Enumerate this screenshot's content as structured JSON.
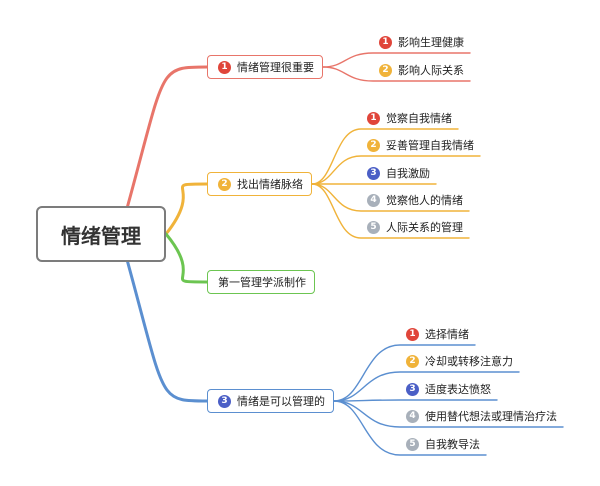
{
  "colors": {
    "red": "#e8756a",
    "orange": "#f0b33a",
    "green": "#6cc551",
    "blue": "#5b8fd0",
    "indigo": "#4b5fc6",
    "gray": "#a8b0ba",
    "badge_red": "#e0453a"
  },
  "root": {
    "label": "情绪管理"
  },
  "branches": [
    {
      "label": "情绪管理很重要",
      "badge": "1",
      "leaves": [
        {
          "badge": "1",
          "label": "影响生理健康"
        },
        {
          "badge": "2",
          "label": "影响人际关系"
        }
      ]
    },
    {
      "label": "找出情绪脉络",
      "badge": "2",
      "leaves": [
        {
          "badge": "1",
          "label": "觉察自我情绪"
        },
        {
          "badge": "2",
          "label": "妥善管理自我情绪"
        },
        {
          "badge": "3",
          "label": "自我激励"
        },
        {
          "badge": "4",
          "label": "觉察他人的情绪"
        },
        {
          "badge": "5",
          "label": "人际关系的管理"
        }
      ]
    },
    {
      "label": "第一管理学派制作",
      "badge": "",
      "leaves": []
    },
    {
      "label": "情绪是可以管理的",
      "badge": "3",
      "leaves": [
        {
          "badge": "1",
          "label": "选择情绪"
        },
        {
          "badge": "2",
          "label": "冷却或转移注意力"
        },
        {
          "badge": "3",
          "label": "适度表达愤怒"
        },
        {
          "badge": "4",
          "label": "使用替代想法或理情治疗法"
        },
        {
          "badge": "5",
          "label": "自我教导法"
        }
      ]
    }
  ]
}
